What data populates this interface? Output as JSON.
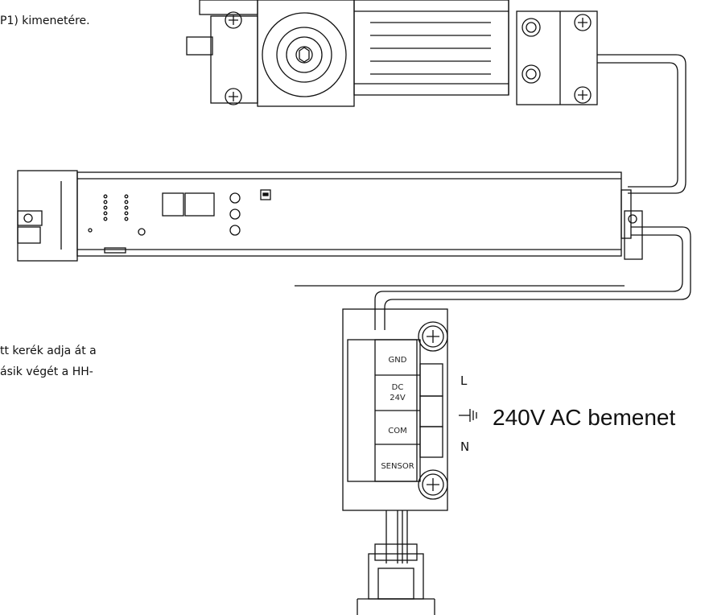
{
  "text_top": "P1) kimenetére.",
  "text_mid_1": "tt kerék adja át a",
  "text_mid_2": "ásik végét a HH-",
  "terminal_block": {
    "labels": [
      "GND",
      "DC",
      "24V",
      "COM",
      "SENSOR"
    ]
  },
  "ac_labels": {
    "line": "L",
    "neutral": "N",
    "input_text": "240V AC bemenet"
  }
}
